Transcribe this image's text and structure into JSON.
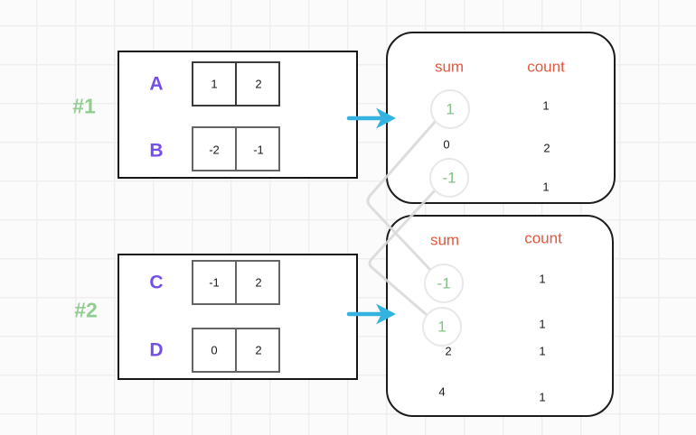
{
  "palette": {
    "background": "#fcfbfb",
    "grid_line": "#f0eded",
    "box_border": "#161616",
    "array_label_color": "#7450e8",
    "group_label_color": "#92cd92",
    "header_color": "#e2593f",
    "value_color": "#1a1a1a",
    "highlight_green": "#82c482",
    "circle_stroke": "#e8e8e8",
    "connector_gray": "#d9d9d9",
    "arrow_cyan": "#34b3e0"
  },
  "groups": [
    {
      "id": "#1",
      "arrays": [
        {
          "name": "A",
          "values": [
            "1",
            "2"
          ]
        },
        {
          "name": "B",
          "values": [
            "-2",
            "-1"
          ]
        }
      ]
    },
    {
      "id": "#2",
      "arrays": [
        {
          "name": "C",
          "values": [
            "-1",
            "2"
          ]
        },
        {
          "name": "D",
          "values": [
            "0",
            "2"
          ]
        }
      ]
    }
  ],
  "tables": [
    {
      "headers": {
        "sum": "sum",
        "count": "count"
      },
      "rows": [
        {
          "sum": "1",
          "count": "1",
          "highlighted": true
        },
        {
          "sum": "0",
          "count": "2",
          "highlighted": false
        },
        {
          "sum": "-1",
          "count": "1",
          "highlighted": true
        }
      ]
    },
    {
      "headers": {
        "sum": "sum",
        "count": "count"
      },
      "rows": [
        {
          "sum": "-1",
          "count": "1",
          "highlighted": true
        },
        {
          "sum": "1",
          "count": "1",
          "highlighted": true
        },
        {
          "sum": "2",
          "count": "1",
          "highlighted": false
        },
        {
          "sum": "4",
          "count": "1",
          "highlighted": false
        }
      ]
    }
  ],
  "connections": [
    {
      "from": "table1 sum 1",
      "to": "table2 sum -1"
    },
    {
      "from": "table1 sum -1",
      "to": "table2 sum 1"
    }
  ]
}
